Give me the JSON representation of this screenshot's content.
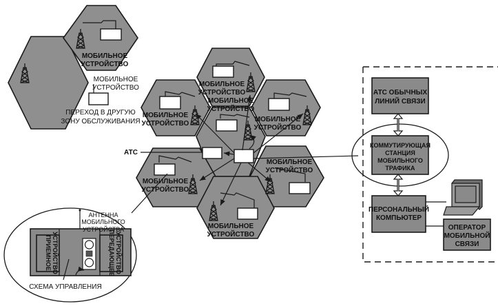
{
  "labels": {
    "mobile_device": [
      "МОБИЛЬНОЕ",
      "УСТРОЙСТВО"
    ],
    "handoff": [
      "ПЕРЕХОД В ДРУГУЮ",
      "ЗОНУ ОБСЛУЖИВАНИЯ"
    ],
    "ats": "АТС",
    "ats_regular": [
      "АТС ОБЫЧНЫХ",
      "ЛИНИЙ СВЯЗИ"
    ],
    "switching_station": [
      "КОММУТИРУЮЩАЯ",
      "СТАНЦИЯ",
      "МОБИЛЬНОГО",
      "ТРАФИКА"
    ],
    "personal_computer": [
      "ПЕРСОНАЛЬНЫЙ",
      "КОМПЬЮТЕР"
    ],
    "operator": [
      "ОПЕРАТОР",
      "МОБИЛЬНОЙ",
      "СВЯЗИ"
    ],
    "antenna": [
      "АНТЕННА",
      "МОБИЛЬНОГО",
      "УСТРОЙСТВА"
    ],
    "receiver": [
      "ПРИЕМНОЕ",
      "УСТРОЙСТВО"
    ],
    "transmitter": [
      "ПЕРЕДАЮЩЕЕ",
      "УСТРОЙСТВО"
    ],
    "control_circuit": "СХЕМА УПРАВЛЕНИЯ"
  },
  "icons": {
    "tower": "cell-tower-icon",
    "phone": "mobile-phone-icon",
    "computer": "computer-terminal-icon"
  },
  "colors": {
    "cell_fill": "#8f8f8f",
    "box_fill": "#8a8a8a",
    "stroke": "#1a1a1a"
  }
}
